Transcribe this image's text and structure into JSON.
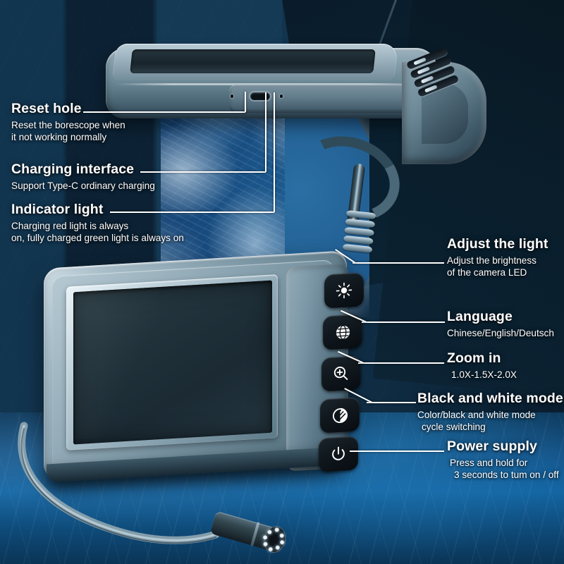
{
  "product": {
    "type": "borescope-endoscope-inspection-camera",
    "view": "annotated product diagram"
  },
  "callouts_left": [
    {
      "id": "reset-hole",
      "title": "Reset hole",
      "subtitle_lines": [
        "Reset the borescope when",
        "it not working normally"
      ]
    },
    {
      "id": "charging-interface",
      "title": "Charging interface",
      "subtitle_lines": [
        "Support Type-C ordinary charging"
      ]
    },
    {
      "id": "indicator-light",
      "title": "Indicator light",
      "subtitle_lines": [
        "Charging red light is always",
        "on, fully charged green light is always on"
      ]
    }
  ],
  "callouts_right": [
    {
      "id": "adjust-the-light",
      "title": "Adjust the light",
      "subtitle_lines": [
        "Adjust the brightness",
        "of the camera LED"
      ],
      "icon": "brightness-sun-icon"
    },
    {
      "id": "language",
      "title": "Language",
      "subtitle_lines": [
        "Chinese/English/Deutsch"
      ],
      "icon": "globe-icon"
    },
    {
      "id": "zoom-in",
      "title": "Zoom in",
      "subtitle_lines": [
        "1.0X-1.5X-2.0X"
      ],
      "icon": "magnifier-plus-icon"
    },
    {
      "id": "black-and-white-mode",
      "title": "Black and white mode",
      "subtitle_lines": [
        "Color/black and white mode",
        "cycle switching"
      ],
      "icon": "contrast-circle-icon"
    },
    {
      "id": "power-supply",
      "title": "Power supply",
      "subtitle_lines": [
        "Press and hold for",
        "3 seconds to tum on / off"
      ],
      "icon": "power-icon"
    }
  ],
  "device_buttons": [
    {
      "id": "brightness-button",
      "icon": "brightness-sun-icon",
      "label": "Adjust the light"
    },
    {
      "id": "language-button",
      "icon": "globe-icon",
      "label": "Language"
    },
    {
      "id": "zoom-button",
      "icon": "magnifier-plus-icon",
      "label": "Zoom in"
    },
    {
      "id": "bw-mode-button",
      "icon": "contrast-circle-icon",
      "label": "Black and white mode"
    },
    {
      "id": "power-button",
      "icon": "power-icon",
      "label": "Power supply"
    }
  ],
  "device_ports": [
    {
      "id": "reset-hole-port",
      "label": "Reset hole"
    },
    {
      "id": "usb-c-port",
      "label": "Charging interface"
    },
    {
      "id": "indicator-led",
      "label": "Indicator light"
    }
  ],
  "colors": {
    "background": "#12354f",
    "background_dark": "#0a1d2e",
    "desk": "#1466a4",
    "text": "#ffffff",
    "leader_line": "#ffffff",
    "device_body": "#7d98a6",
    "screen": "#22333c",
    "button": "#10181e"
  }
}
